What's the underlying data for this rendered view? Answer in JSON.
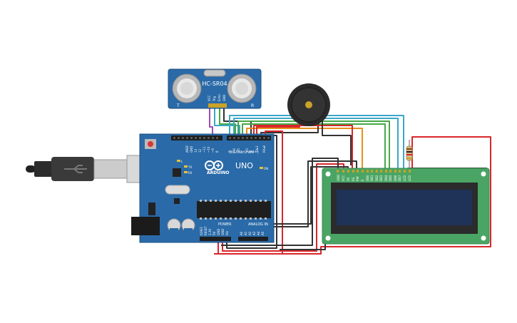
{
  "sensor": {
    "model": "HC-SR04",
    "left_mark": "T",
    "right_mark": "R",
    "pins": [
      "VCC",
      "Trig",
      "Echo",
      "GND"
    ]
  },
  "arduino": {
    "brand": "ARDUINO",
    "model": "UNO",
    "digital_label": "DIGITAL (PWM~)",
    "power_label": "POWER",
    "analog_label": "ANALOG IN",
    "tx_label": "TX",
    "rx_label": "RX",
    "on_label": "ON",
    "l_label": "L",
    "aref_label": "AREF",
    "gnd_label": "GND",
    "digital_pins": [
      "13",
      "12",
      "~11",
      "~10",
      "~9",
      "8",
      "7",
      "~6",
      "~5",
      "4",
      "~3",
      "2",
      "TX▸1",
      "RX◂0"
    ],
    "power_pins": [
      "IOREF",
      "RESET",
      "3.3V",
      "5V",
      "GND",
      "GND",
      "Vin"
    ],
    "analog_pins": [
      "A0",
      "A1",
      "A2",
      "A3",
      "A4",
      "A5"
    ]
  },
  "lcd": {
    "pins": [
      "GND",
      "VCC",
      "V0",
      "RS",
      "RW",
      "E",
      "DB0",
      "DB1",
      "DB2",
      "DB3",
      "DB4",
      "DB5",
      "DB6",
      "DB7",
      "LED",
      "LED"
    ]
  },
  "colors": {
    "board": "#2a6aa8",
    "lcd_pcb": "#4aa564",
    "lcd_screen": "#1f3358",
    "wire_red": "#d9262b",
    "wire_black": "#333333",
    "wire_cyan": "#3aa7c9",
    "wire_green": "#45a845",
    "wire_orange": "#e8901c",
    "wire_purple": "#9b4bb5"
  }
}
